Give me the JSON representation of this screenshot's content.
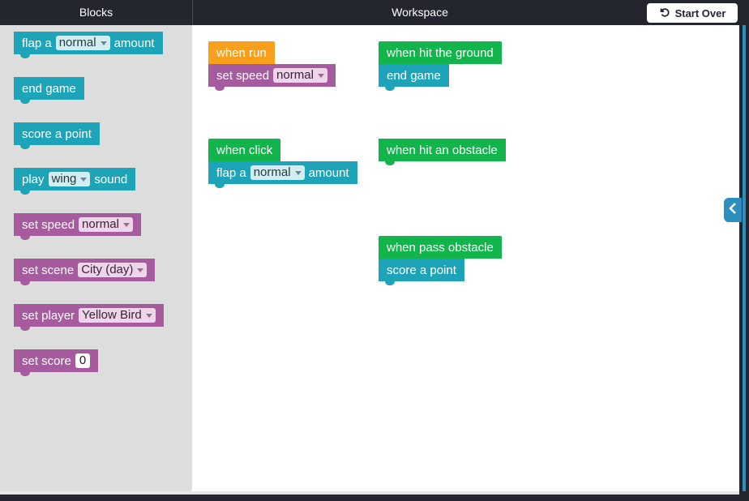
{
  "header": {
    "blocks_title": "Blocks",
    "workspace_title": "Workspace",
    "start_over_label": "Start Over"
  },
  "toolbox": {
    "flap": {
      "prefix": "flap a",
      "dropdown": "normal",
      "suffix": "amount"
    },
    "end_game": "end game",
    "score_point": "score a point",
    "play_sound": {
      "prefix": "play",
      "dropdown": "wing",
      "suffix": "sound"
    },
    "set_speed": {
      "prefix": "set speed",
      "dropdown": "normal"
    },
    "set_scene": {
      "prefix": "set scene",
      "dropdown": "City (day)"
    },
    "set_player": {
      "prefix": "set player",
      "dropdown": "Yellow Bird"
    },
    "set_score": {
      "prefix": "set score",
      "value": "0"
    }
  },
  "workspace": {
    "when_run": "when run",
    "run_set_speed": {
      "prefix": "set speed",
      "dropdown": "normal"
    },
    "when_hit_ground": "when hit the ground",
    "ground_end_game": "end game",
    "when_click": "when click",
    "click_flap": {
      "prefix": "flap a",
      "dropdown": "normal",
      "suffix": "amount"
    },
    "when_hit_obstacle": "when hit an obstacle",
    "when_pass_obstacle": "when pass obstacle",
    "pass_score_point": "score a point"
  },
  "colors": {
    "action_teal": "#1ea4b9",
    "setter_purple": "#a55b9d",
    "event_green": "#12b54b",
    "run_orange": "#f8a01b",
    "header_dark": "#23262e"
  }
}
